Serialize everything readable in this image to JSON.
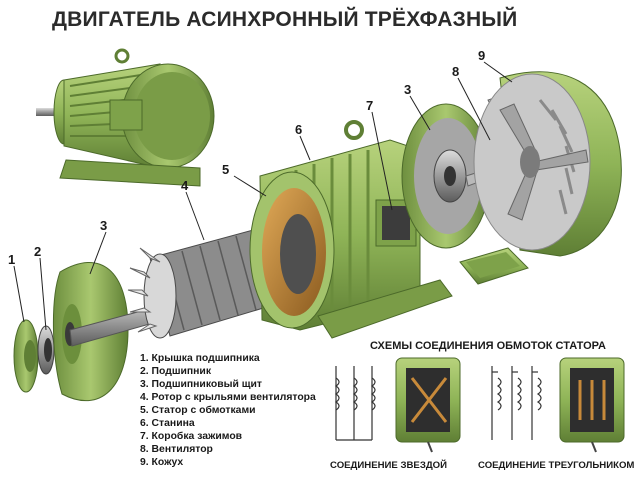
{
  "title": "ДВИГАТЕЛЬ АСИНХРОННЫЙ ТРЁХФАЗНЫЙ",
  "callouts": [
    "1",
    "2",
    "3",
    "4",
    "5",
    "6",
    "7",
    "3",
    "8",
    "9"
  ],
  "legend": [
    "1. Крышка подшипника",
    "2. Подшипник",
    "3. Подшипниковый щит",
    "4. Ротор с крыльями вентилятора",
    "5. Статор с обмотками",
    "6. Станина",
    "7. Коробка зажимов",
    "8. Вентилятор",
    "9. Кожух"
  ],
  "schemes": {
    "title": "СХЕМЫ СОЕДИНЕНИЯ ОБМОТОК СТАТОРА",
    "star_caption": "СОЕДИНЕНИЕ ЗВЕЗДОЙ",
    "delta_caption": "СОЕДИНЕНИЕ ТРЕУГОЛЬНИКОМ"
  },
  "colors": {
    "motor_green": "#8fb457",
    "motor_dark": "#5f7f35",
    "metal_grey": "#9a9a9a",
    "copper": "#c88a3a",
    "text": "#1a1a1a"
  }
}
